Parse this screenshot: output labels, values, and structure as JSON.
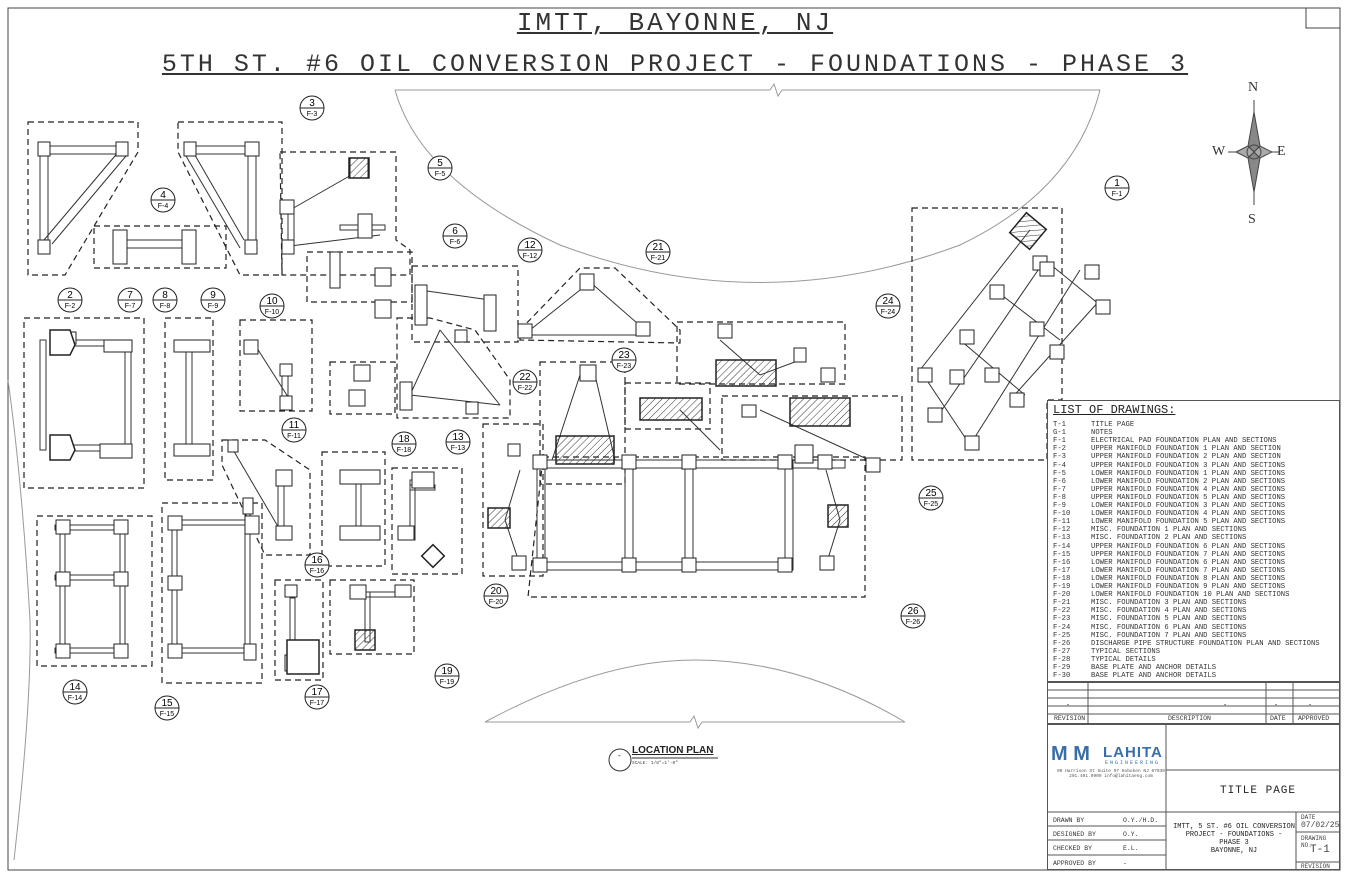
{
  "header": {
    "line1": "IMTT, BAYONNE, NJ",
    "line2": "5TH ST. #6 OIL CONVERSION PROJECT - FOUNDATIONS - PHASE 3"
  },
  "compass": {
    "north": "N",
    "south": "S",
    "east": "E",
    "west": "W"
  },
  "callouts": [
    {
      "num": "3",
      "ref": "F-3"
    },
    {
      "num": "5",
      "ref": "F-5"
    },
    {
      "num": "4",
      "ref": "F-4"
    },
    {
      "num": "6",
      "ref": "F-6"
    },
    {
      "num": "12",
      "ref": "F-12"
    },
    {
      "num": "21",
      "ref": "F-21"
    },
    {
      "num": "1",
      "ref": "F-1"
    },
    {
      "num": "2",
      "ref": "F-2"
    },
    {
      "num": "7",
      "ref": "F-7"
    },
    {
      "num": "8",
      "ref": "F-8"
    },
    {
      "num": "9",
      "ref": "F-9"
    },
    {
      "num": "10",
      "ref": "F-10"
    },
    {
      "num": "24",
      "ref": "F-24"
    },
    {
      "num": "23",
      "ref": "F-23"
    },
    {
      "num": "22",
      "ref": "F-22"
    },
    {
      "num": "11",
      "ref": "F-11"
    },
    {
      "num": "13",
      "ref": "F-13"
    },
    {
      "num": "18",
      "ref": "F-18"
    },
    {
      "num": "25",
      "ref": "F-25"
    },
    {
      "num": "16",
      "ref": "F-16"
    },
    {
      "num": "20",
      "ref": "F-20"
    },
    {
      "num": "26",
      "ref": "F-26"
    },
    {
      "num": "14",
      "ref": "F-14"
    },
    {
      "num": "15",
      "ref": "F-15"
    },
    {
      "num": "17",
      "ref": "F-17"
    },
    {
      "num": "19",
      "ref": "F-19"
    }
  ],
  "location_plan": {
    "label": "LOCATION PLAN",
    "scale": "SCALE: 1/8\"=1'-0\"",
    "marker": "-"
  },
  "list_of_drawings": {
    "title": "LIST OF DRAWINGS:",
    "rows": [
      {
        "num": "T-1",
        "desc": "TITLE PAGE"
      },
      {
        "num": "G-1",
        "desc": "NOTES"
      },
      {
        "num": "F-1",
        "desc": "ELECTRICAL PAD FOUNDATION PLAN AND SECTIONS"
      },
      {
        "num": "F-2",
        "desc": "UPPER MANIFOLD FOUNDATION 1 PLAN AND SECTION"
      },
      {
        "num": "F-3",
        "desc": "UPPER MANIFOLD FOUNDATION 2 PLAN AND SECTION"
      },
      {
        "num": "F-4",
        "desc": "UPPER MANIFOLD FOUNDATION 3 PLAN AND SECTIONS"
      },
      {
        "num": "F-5",
        "desc": "LOWER MANIFOLD FOUNDATION 1 PLAN AND SECTIONS"
      },
      {
        "num": "F-6",
        "desc": "LOWER MANIFOLD FOUNDATION 2 PLAN AND SECTIONS"
      },
      {
        "num": "F-7",
        "desc": "UPPER MANIFOLD FOUNDATION 4 PLAN AND SECTIONS"
      },
      {
        "num": "F-8",
        "desc": "UPPER MANIFOLD FOUNDATION 5 PLAN AND SECTIONS"
      },
      {
        "num": "F-9",
        "desc": "LOWER MANIFOLD FOUNDATION 3 PLAN AND SECTIONS"
      },
      {
        "num": "F-10",
        "desc": "LOWER MANIFOLD FOUNDATION 4 PLAN AND SECTIONS"
      },
      {
        "num": "F-11",
        "desc": "LOWER MANIFOLD FOUNDATION 5 PLAN AND SECTIONS"
      },
      {
        "num": "F-12",
        "desc": "MISC. FOUNDATION 1 PLAN AND SECTIONS"
      },
      {
        "num": "F-13",
        "desc": "MISC. FOUNDATION 2 PLAN AND SECTIONS"
      },
      {
        "num": "F-14",
        "desc": "UPPER MANIFOLD FOUNDATION 6 PLAN AND SECTIONS"
      },
      {
        "num": "F-15",
        "desc": "UPPER MANIFOLD FOUNDATION 7 PLAN AND SECTIONS"
      },
      {
        "num": "F-16",
        "desc": "LOWER MANIFOLD FOUNDATION 6 PLAN AND SECTIONS"
      },
      {
        "num": "F-17",
        "desc": "LOWER MANIFOLD FOUNDATION 7 PLAN AND SECTIONS"
      },
      {
        "num": "F-18",
        "desc": "LOWER MANIFOLD FOUNDATION 8 PLAN AND SECTIONS"
      },
      {
        "num": "F-19",
        "desc": "LOWER MANIFOLD FOUNDATION 9 PLAN AND SECTIONS"
      },
      {
        "num": "F-20",
        "desc": "LOWER MANIFOLD FOUNDATION 10 PLAN AND SECTIONS"
      },
      {
        "num": "F-21",
        "desc": "MISC. FOUNDATION 3 PLAN AND SECTIONS"
      },
      {
        "num": "F-22",
        "desc": "MISC. FOUNDATION 4 PLAN AND SECTIONS"
      },
      {
        "num": "F-23",
        "desc": "MISC. FOUNDATION 5 PLAN AND SECTIONS"
      },
      {
        "num": "F-24",
        "desc": "MISC. FOUNDATION 6 PLAN AND SECTIONS"
      },
      {
        "num": "F-25",
        "desc": "MISC. FOUNDATION 7 PLAN AND SECTIONS"
      },
      {
        "num": "F-26",
        "desc": "DISCHARGE PIPE STRUCTURE FOUNDATION PLAN AND SECTIONS"
      },
      {
        "num": "F-27",
        "desc": "TYPICAL SECTIONS"
      },
      {
        "num": "F-28",
        "desc": "TYPICAL DETAILS"
      },
      {
        "num": "F-29",
        "desc": "BASE PLATE AND ANCHOR DETAILS"
      },
      {
        "num": "F-30",
        "desc": "BASE PLATE AND ANCHOR DETAILS"
      }
    ]
  },
  "revision_block": {
    "revision_label": "REVISION",
    "description_label": "DESCRIPTION",
    "date_label": "DATE",
    "approved_label": "APPROVED",
    "dash": "-"
  },
  "title_block": {
    "company_mark": "M M",
    "company_name": "LAHITA",
    "company_sub": "ENGINEERING",
    "company_address": "90 Harrison St Suite 97 Hoboken NJ 07030 201.401.0909 info@lahitaeng.com",
    "sheet_title": "TITLE PAGE",
    "drawn_by_label": "DRAWN BY",
    "drawn_by": "O.Y./H.D.",
    "designed_by_label": "DESIGNED BY",
    "designed_by": "O.Y.",
    "checked_by_label": "CHECKED BY",
    "checked_by": "E.L.",
    "approved_by_label": "APPROVED BY",
    "approved_by": "-",
    "project_line1": "IMTT, 5 ST. #6 OIL CONVERSION",
    "project_line2": "PROJECT - FOUNDATIONS -",
    "project_line3": "PHASE 3",
    "project_line4": "BAYONNE, NJ",
    "date_label": "DATE",
    "date": "07/02/25",
    "drawing_no_label": "DRAWING NO.",
    "drawing_no": "T-1",
    "revision_label": "REVISION"
  }
}
